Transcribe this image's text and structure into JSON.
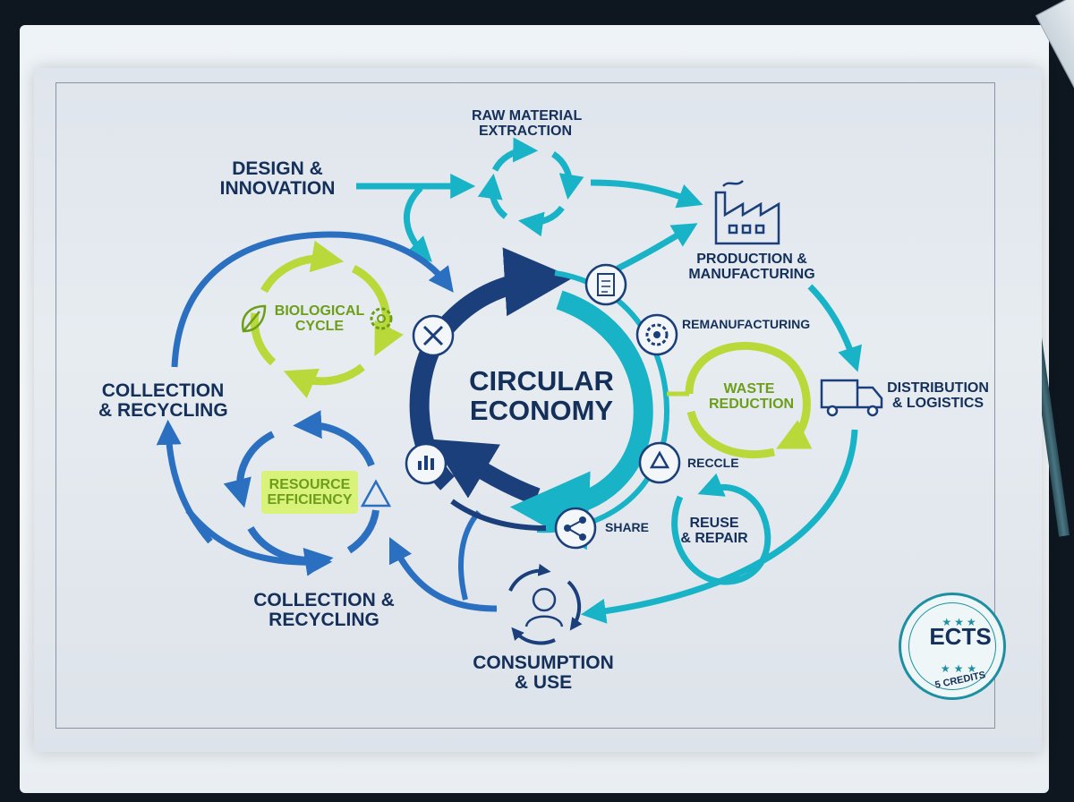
{
  "diagram": {
    "center": {
      "line1": "CIRCULAR",
      "line2": "ECONOMY"
    },
    "nodes": {
      "raw_material": {
        "line1": "RAW MATERIAL",
        "line2": "EXTRACTION"
      },
      "design": {
        "line1": "DESIGN &",
        "line2": "INNOVATION"
      },
      "production": {
        "line1": "PRODUCTION &",
        "line2": "MANUFACTURING"
      },
      "remanufacturing": "REMANUFACTURING",
      "waste_reduction": {
        "line1": "WASTE",
        "line2": "REDUCTION"
      },
      "distribution": {
        "line1": "DISTRIBUTION",
        "line2": "& LOGISTICS"
      },
      "recycle": "RECCLE",
      "share": "SHARE",
      "reuse": {
        "line1": "REUSE",
        "line2": "& REPAIR"
      },
      "consumption": {
        "line1": "CONSUMPTION",
        "line2": "& USE"
      },
      "collection_bottom": {
        "line1": "COLLECTION &",
        "line2": "RECYCLING"
      },
      "collection_left": {
        "line1": "COLLECTION",
        "line2": "& RECYCLING"
      },
      "biological": {
        "line1": "BIOLOGICAL",
        "line2": "CYCLE"
      },
      "resource": {
        "line1": "RESOURCE",
        "line2": "EFFICIENCY"
      }
    },
    "badge": {
      "title": "ECTS",
      "subtitle": "5 CREDITS"
    },
    "colors": {
      "navy": "#1b3f7a",
      "blue": "#2a6fc0",
      "teal": "#19b3c8",
      "lime": "#b9d93a",
      "text": "#14305a"
    },
    "icons": [
      "recycle-arrows-icon",
      "factory-icon",
      "truck-icon",
      "tools-icon",
      "document-icon",
      "gear-icon",
      "recycle-icon",
      "share-icon",
      "person-icon",
      "chart-hand-icon",
      "leaf-icon"
    ]
  }
}
